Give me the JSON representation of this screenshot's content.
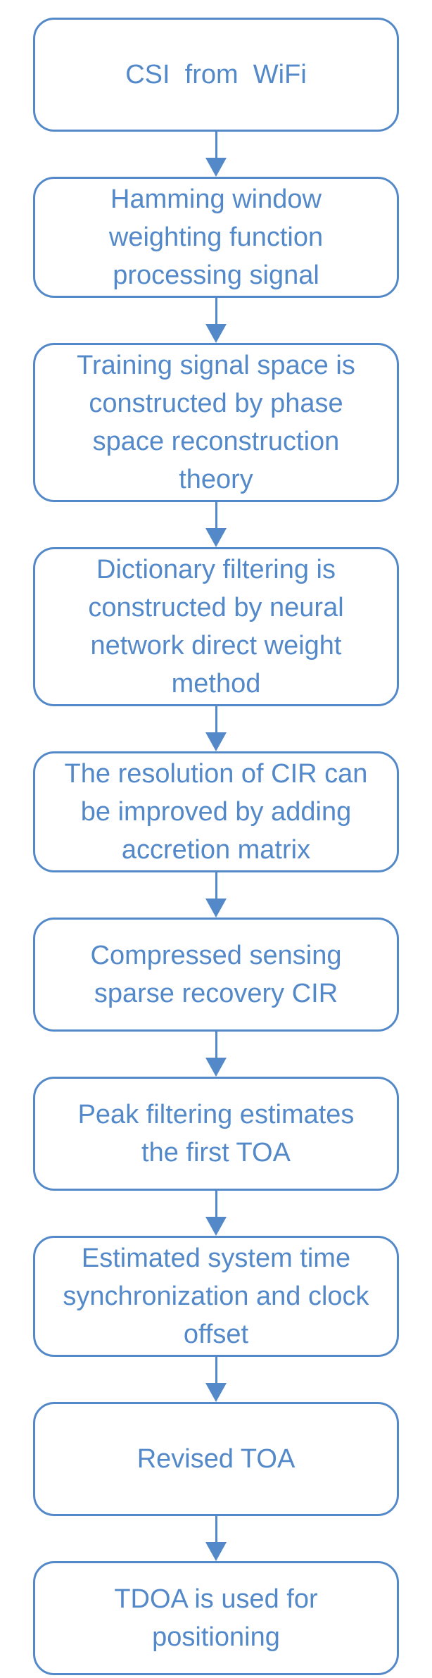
{
  "diagram": {
    "type": "flowchart",
    "direction": "top-down",
    "accent_color": "#5489C9",
    "background_color": "#FFFFFF",
    "nodes": [
      {
        "id": "n1",
        "lines": [
          "CSI  from  WiFi"
        ]
      },
      {
        "id": "n2",
        "lines": [
          "Hamming window",
          "weighting function",
          "processing signal"
        ]
      },
      {
        "id": "n3",
        "lines": [
          "Training signal space is",
          "constructed by phase",
          "space reconstruction",
          "theory"
        ]
      },
      {
        "id": "n4",
        "lines": [
          "Dictionary filtering is",
          "constructed by neural",
          "network direct weight",
          "method"
        ]
      },
      {
        "id": "n5",
        "lines": [
          "The resolution of CIR can",
          "be improved by adding",
          "accretion matrix"
        ]
      },
      {
        "id": "n6",
        "lines": [
          "Compressed sensing",
          "sparse recovery CIR"
        ]
      },
      {
        "id": "n7",
        "lines": [
          "Peak filtering estimates",
          "the first TOA"
        ]
      },
      {
        "id": "n8",
        "lines": [
          "Estimated system time",
          "synchronization and clock",
          "offset"
        ]
      },
      {
        "id": "n9",
        "lines": [
          "Revised TOA"
        ]
      },
      {
        "id": "n10",
        "lines": [
          "TDOA is used for",
          "positioning"
        ]
      }
    ],
    "edges": [
      {
        "from": "n1",
        "to": "n2",
        "style": "arrow-down"
      },
      {
        "from": "n2",
        "to": "n3",
        "style": "arrow-down"
      },
      {
        "from": "n3",
        "to": "n4",
        "style": "arrow-down"
      },
      {
        "from": "n4",
        "to": "n5",
        "style": "arrow-down"
      },
      {
        "from": "n5",
        "to": "n6",
        "style": "arrow-down"
      },
      {
        "from": "n6",
        "to": "n7",
        "style": "arrow-down"
      },
      {
        "from": "n7",
        "to": "n8",
        "style": "arrow-down"
      },
      {
        "from": "n8",
        "to": "n9",
        "style": "arrow-down"
      },
      {
        "from": "n9",
        "to": "n10",
        "style": "arrow-down"
      }
    ]
  }
}
